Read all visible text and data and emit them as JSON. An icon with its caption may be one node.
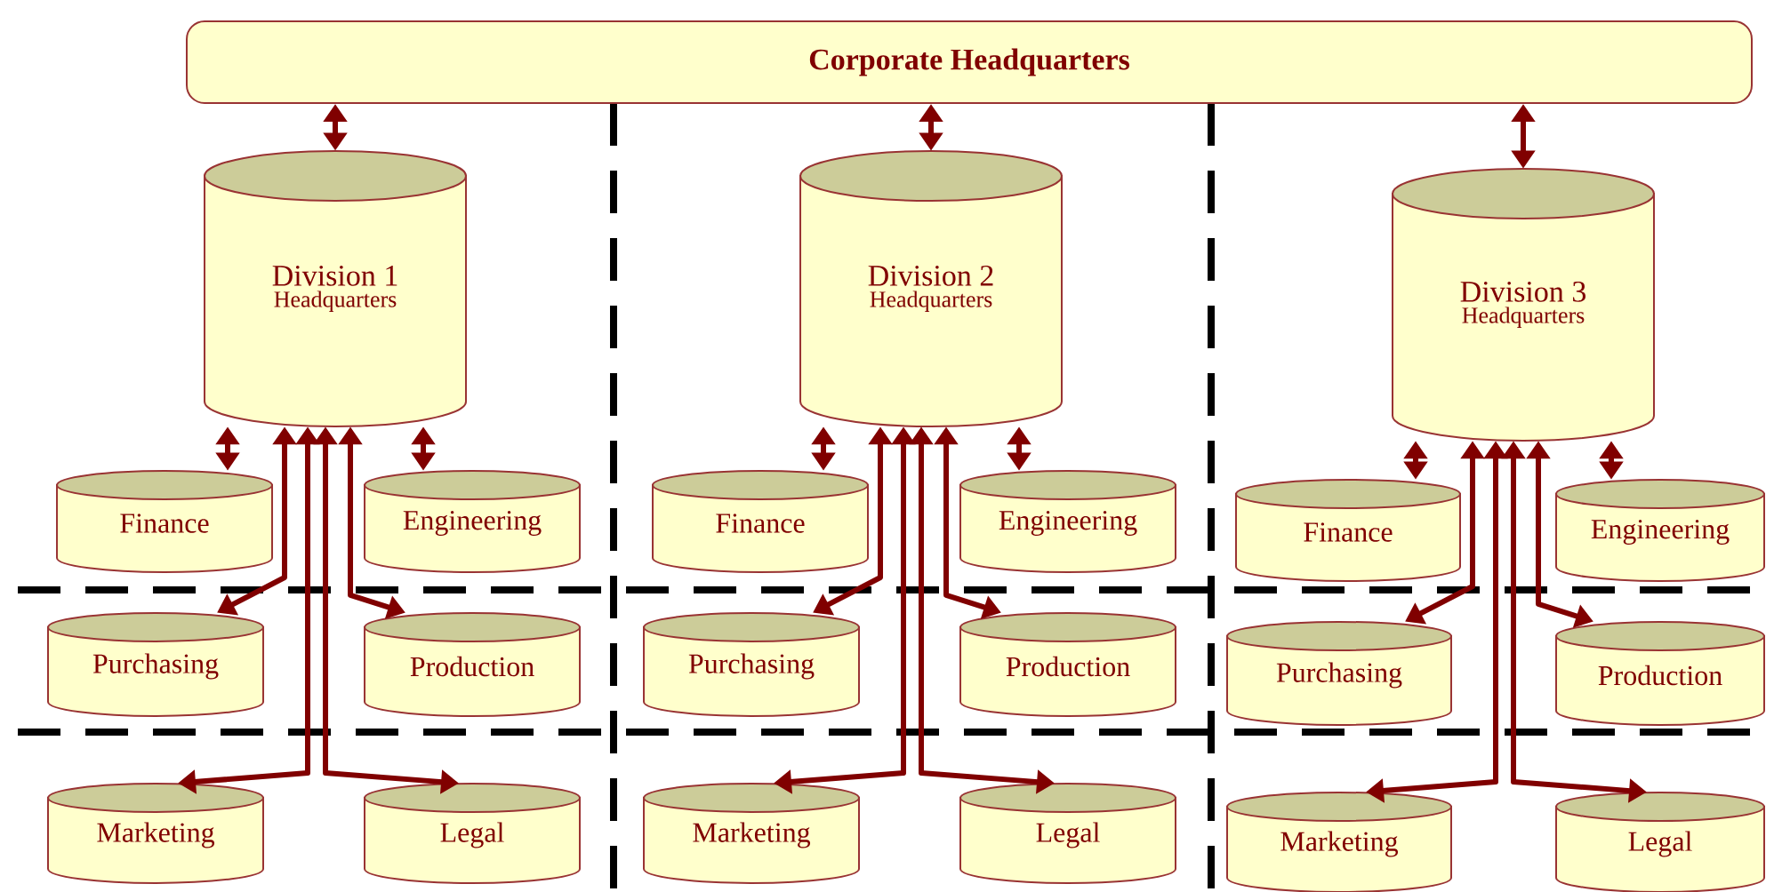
{
  "diagram": {
    "nodes": [
      {
        "text": [
          "Corporate Headquarters"
        ]
      },
      {
        "text": [
          "Division 1",
          "Headquarters"
        ]
      },
      {
        "text": [
          "Finance"
        ]
      },
      {
        "text": [
          "Engineering"
        ]
      },
      {
        "text": [
          "Purchasing"
        ]
      },
      {
        "text": [
          "Production"
        ]
      },
      {
        "text": [
          "Marketing"
        ]
      },
      {
        "text": [
          "Legal"
        ]
      },
      {
        "text": [
          "Division 2",
          "Headquarters"
        ]
      },
      {
        "text": [
          "Finance"
        ]
      },
      {
        "text": [
          "Engineering"
        ]
      },
      {
        "text": [
          "Purchasing"
        ]
      },
      {
        "text": [
          "Production"
        ]
      },
      {
        "text": [
          "Marketing"
        ]
      },
      {
        "text": [
          "Legal"
        ]
      },
      {
        "text": [
          "Division 3",
          "Headquarters"
        ]
      },
      {
        "text": [
          "Finance"
        ]
      },
      {
        "text": [
          "Engineering"
        ]
      },
      {
        "text": [
          "Purchasing"
        ]
      },
      {
        "text": [
          "Production"
        ]
      },
      {
        "text": [
          "Marketing"
        ]
      },
      {
        "text": [
          "Legal"
        ]
      }
    ],
    "edges": [
      {
        "from": 0,
        "to": 1,
        "arrow": "both"
      },
      {
        "from": 0,
        "to": 8,
        "arrow": "both"
      },
      {
        "from": 0,
        "to": 15,
        "arrow": "both"
      },
      {
        "from": 1,
        "to": 2,
        "arrow": "both"
      },
      {
        "from": 1,
        "to": 3,
        "arrow": "both"
      },
      {
        "from": 1,
        "to": 4,
        "arrow": "both"
      },
      {
        "from": 1,
        "to": 5,
        "arrow": "both"
      },
      {
        "from": 1,
        "to": 6,
        "arrow": "both"
      },
      {
        "from": 1,
        "to": 7,
        "arrow": "both"
      },
      {
        "from": 8,
        "to": 9,
        "arrow": "both"
      },
      {
        "from": 8,
        "to": 10,
        "arrow": "both"
      },
      {
        "from": 8,
        "to": 11,
        "arrow": "both"
      },
      {
        "from": 8,
        "to": 12,
        "arrow": "both"
      },
      {
        "from": 8,
        "to": 13,
        "arrow": "both"
      },
      {
        "from": 8,
        "to": 14,
        "arrow": "both"
      },
      {
        "from": 15,
        "to": 16,
        "arrow": "both"
      },
      {
        "from": 15,
        "to": 17,
        "arrow": "both"
      },
      {
        "from": 15,
        "to": 18,
        "arrow": "both"
      },
      {
        "from": 15,
        "to": 19,
        "arrow": "both"
      },
      {
        "from": 15,
        "to": 20,
        "arrow": "both"
      },
      {
        "from": 15,
        "to": 21,
        "arrow": "both"
      }
    ]
  }
}
